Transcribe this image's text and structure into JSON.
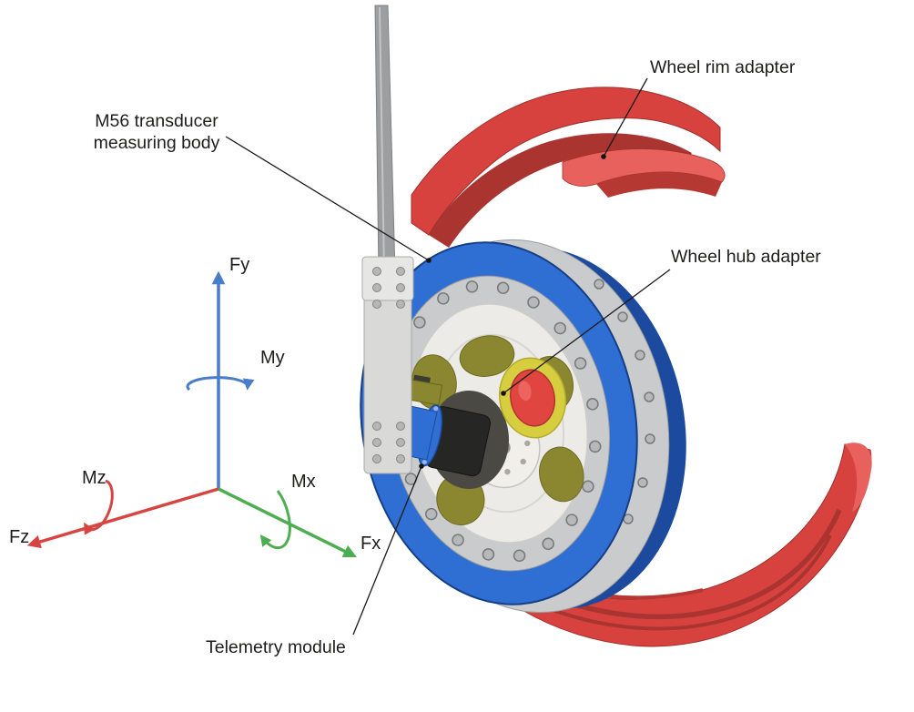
{
  "figure": {
    "background": "#ffffff"
  },
  "callouts": {
    "wheel_rim_adapter": "Wheel rim adapter",
    "m56_line1": "M56 transducer",
    "m56_line2": "measuring body",
    "wheel_hub_adapter": "Wheel hub adapter",
    "telemetry_module": "Telemetry module"
  },
  "axes": {
    "fy": "Fy",
    "my": "My",
    "fz": "Fz",
    "mz": "Mz",
    "fx": "Fx",
    "mx": "Mx",
    "colors": {
      "y": "#4a7dc9",
      "z": "#d64541",
      "x": "#4cae50"
    }
  },
  "palette": {
    "rim_red": "#d8423e",
    "rim_red_dark": "#aa3430",
    "rim_red_light": "#e8615c",
    "transducer_blue": "#2f6ed2",
    "transducer_blue_dark": "#1c4a9e",
    "metal_silver": "#c9cbcd",
    "hub_white": "#edebe7",
    "slot_olive": "#8a8730",
    "cap_red": "#e04540",
    "cap_yellow": "#d6cd3f",
    "module_black": "#262624",
    "rod_gray": "#9c9ea0",
    "bracket_gray": "#d9d9d7",
    "label_ink": "#1d1d1b"
  }
}
